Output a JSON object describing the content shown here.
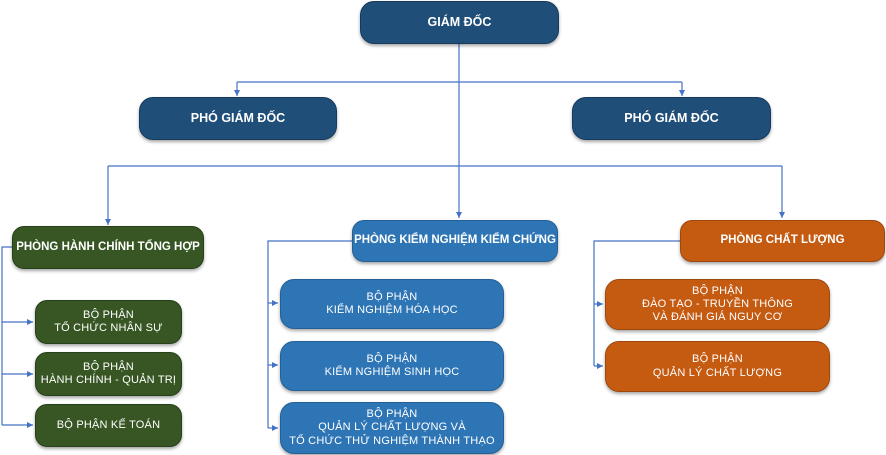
{
  "director": "GIÁM ĐỐC",
  "deputies": [
    "PHÓ GIÁM ĐỐC",
    "PHÓ GIÁM ĐỐC"
  ],
  "departments": {
    "admin": {
      "title": "PHÒNG HÀNH CHÍNH TỔNG HỢP",
      "units": [
        {
          "line1": "BỘ PHẬN",
          "line2": "TỔ CHỨC NHÂN SỰ"
        },
        {
          "line1": "BỘ PHẬN",
          "line2": "HÀNH CHÍNH - QUẢN TRỊ"
        },
        {
          "line1": "BỘ PHẬN KẾ TOÁN"
        }
      ]
    },
    "testing": {
      "title": "PHÒNG KIỂM NGHIỆM KIỂM CHỨNG",
      "units": [
        {
          "line1": "BỘ PHẬN",
          "line2": "KIỂM NGHIỆM HÓA HỌC"
        },
        {
          "line1": "BỘ PHẬN",
          "line2": "KIỂM NGHIỆM SINH HỌC"
        },
        {
          "line1": "BỘ PHẬN",
          "line2": "QUẢN LÝ CHẤT LƯỢNG VÀ",
          "line3": "TỔ CHỨC THỬ NGHIỆM THÀNH THẠO"
        }
      ]
    },
    "quality": {
      "title": "PHÒNG CHẤT LƯỢNG",
      "units": [
        {
          "line1": "BỘ PHẬN",
          "line2": "ĐÀO TẠO - TRUYỀN THÔNG",
          "line3": "VÀ ĐÁNH GIÁ NGUY CƠ"
        },
        {
          "line1": "BỘ PHẬN",
          "line2": "QUẢN LÝ CHẤT LƯỢNG"
        }
      ]
    }
  },
  "colors": {
    "director": "#1f4e79",
    "testing": "#2e75b6",
    "admin": "#375623",
    "quality": "#c55a11",
    "connector": "#4472c4"
  }
}
